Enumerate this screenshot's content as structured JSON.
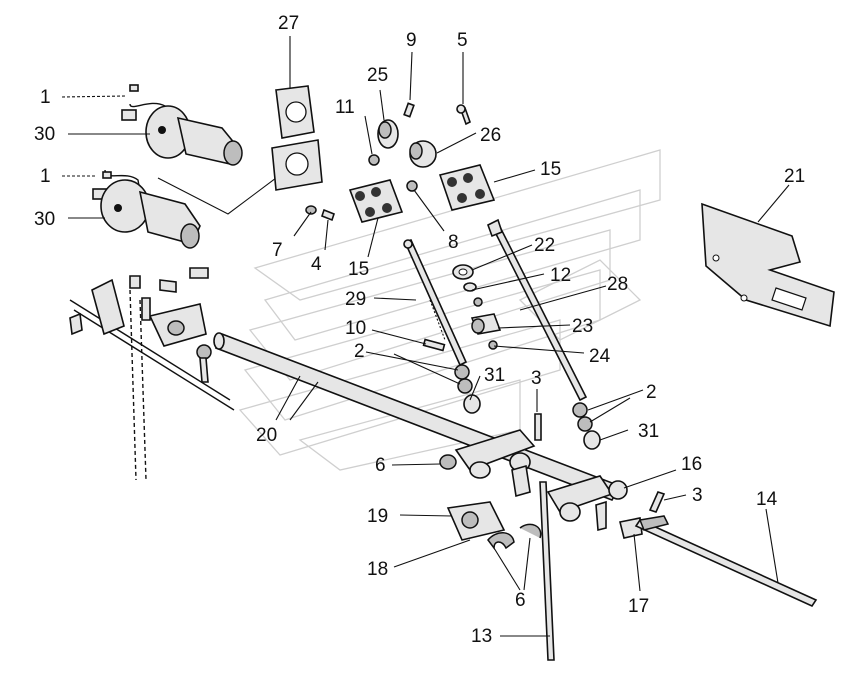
{
  "labels": {
    "l1a": "1",
    "l1b": "1",
    "l30a": "30",
    "l30b": "30",
    "l27": "27",
    "l9": "9",
    "l5": "5",
    "l25": "25",
    "l11": "11",
    "l26": "26",
    "l15a": "15",
    "l15b": "15",
    "l21": "21",
    "l7": "7",
    "l8": "8",
    "l4": "4",
    "l22": "22",
    "l12": "12",
    "l28": "28",
    "l29": "29",
    "l10": "10",
    "l23": "23",
    "l2a": "2",
    "l24": "24",
    "l31a": "31",
    "l3a": "3",
    "l2b": "2",
    "l31b": "31",
    "l20": "20",
    "l6a": "6",
    "l16": "16",
    "l3b": "3",
    "l14": "14",
    "l19": "19",
    "l18": "18",
    "l6b": "6",
    "l17": "17",
    "l13": "13"
  }
}
